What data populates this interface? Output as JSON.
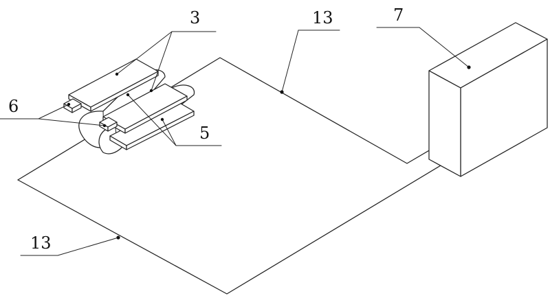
{
  "labels": {
    "part_3": "3",
    "part_5": "5",
    "part_6": "6",
    "part_7": "7",
    "wire_13_top": "13",
    "wire_13_bottom": "13"
  }
}
